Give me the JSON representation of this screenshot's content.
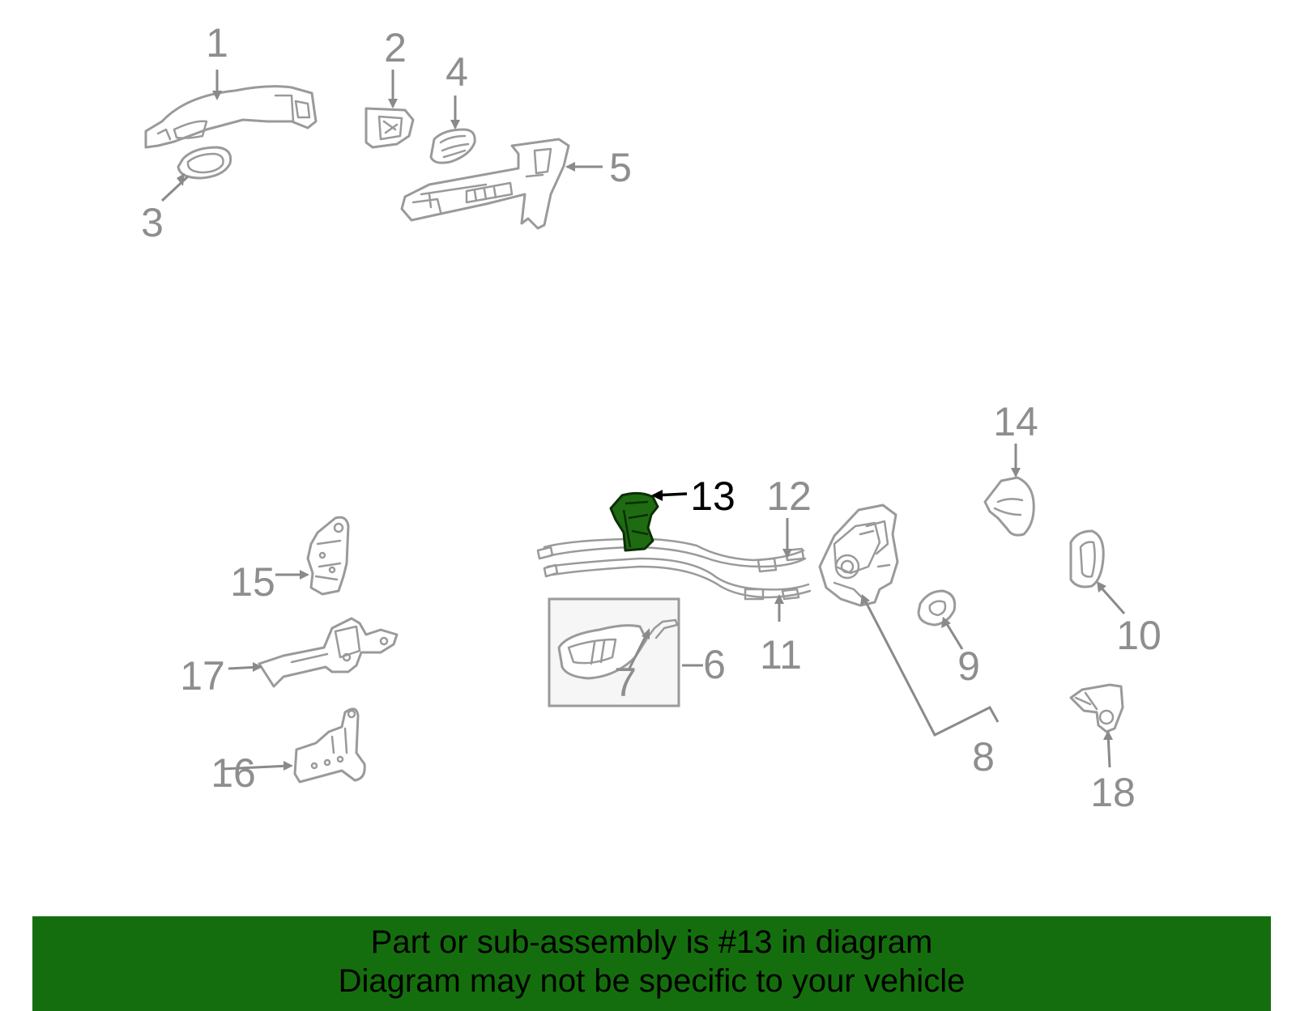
{
  "callouts": [
    {
      "id": "1",
      "label": "1",
      "highlighted": false
    },
    {
      "id": "2",
      "label": "2",
      "highlighted": false
    },
    {
      "id": "3",
      "label": "3",
      "highlighted": false
    },
    {
      "id": "4",
      "label": "4",
      "highlighted": false
    },
    {
      "id": "5",
      "label": "5",
      "highlighted": false
    },
    {
      "id": "6",
      "label": "6",
      "highlighted": false
    },
    {
      "id": "7",
      "label": "7",
      "highlighted": false
    },
    {
      "id": "8",
      "label": "8",
      "highlighted": false
    },
    {
      "id": "9",
      "label": "9",
      "highlighted": false
    },
    {
      "id": "10",
      "label": "10",
      "highlighted": false
    },
    {
      "id": "11",
      "label": "11",
      "highlighted": false
    },
    {
      "id": "12",
      "label": "12",
      "highlighted": false
    },
    {
      "id": "13",
      "label": "13",
      "highlighted": true
    },
    {
      "id": "14",
      "label": "14",
      "highlighted": false
    },
    {
      "id": "15",
      "label": "15",
      "highlighted": false
    },
    {
      "id": "16",
      "label": "16",
      "highlighted": false
    },
    {
      "id": "17",
      "label": "17",
      "highlighted": false
    },
    {
      "id": "18",
      "label": "18",
      "highlighted": false
    }
  ],
  "banner": {
    "line1": "Part or sub-assembly is #13 in diagram",
    "line2": "Diagram may not be specific to your vehicle"
  },
  "colors": {
    "banner_background": "#156e0d",
    "highlight_part": "#1e6b12",
    "line_art": "#9a9a9a",
    "callout_text": "#8e8e8e",
    "highlight_callout_text": "#000000"
  }
}
